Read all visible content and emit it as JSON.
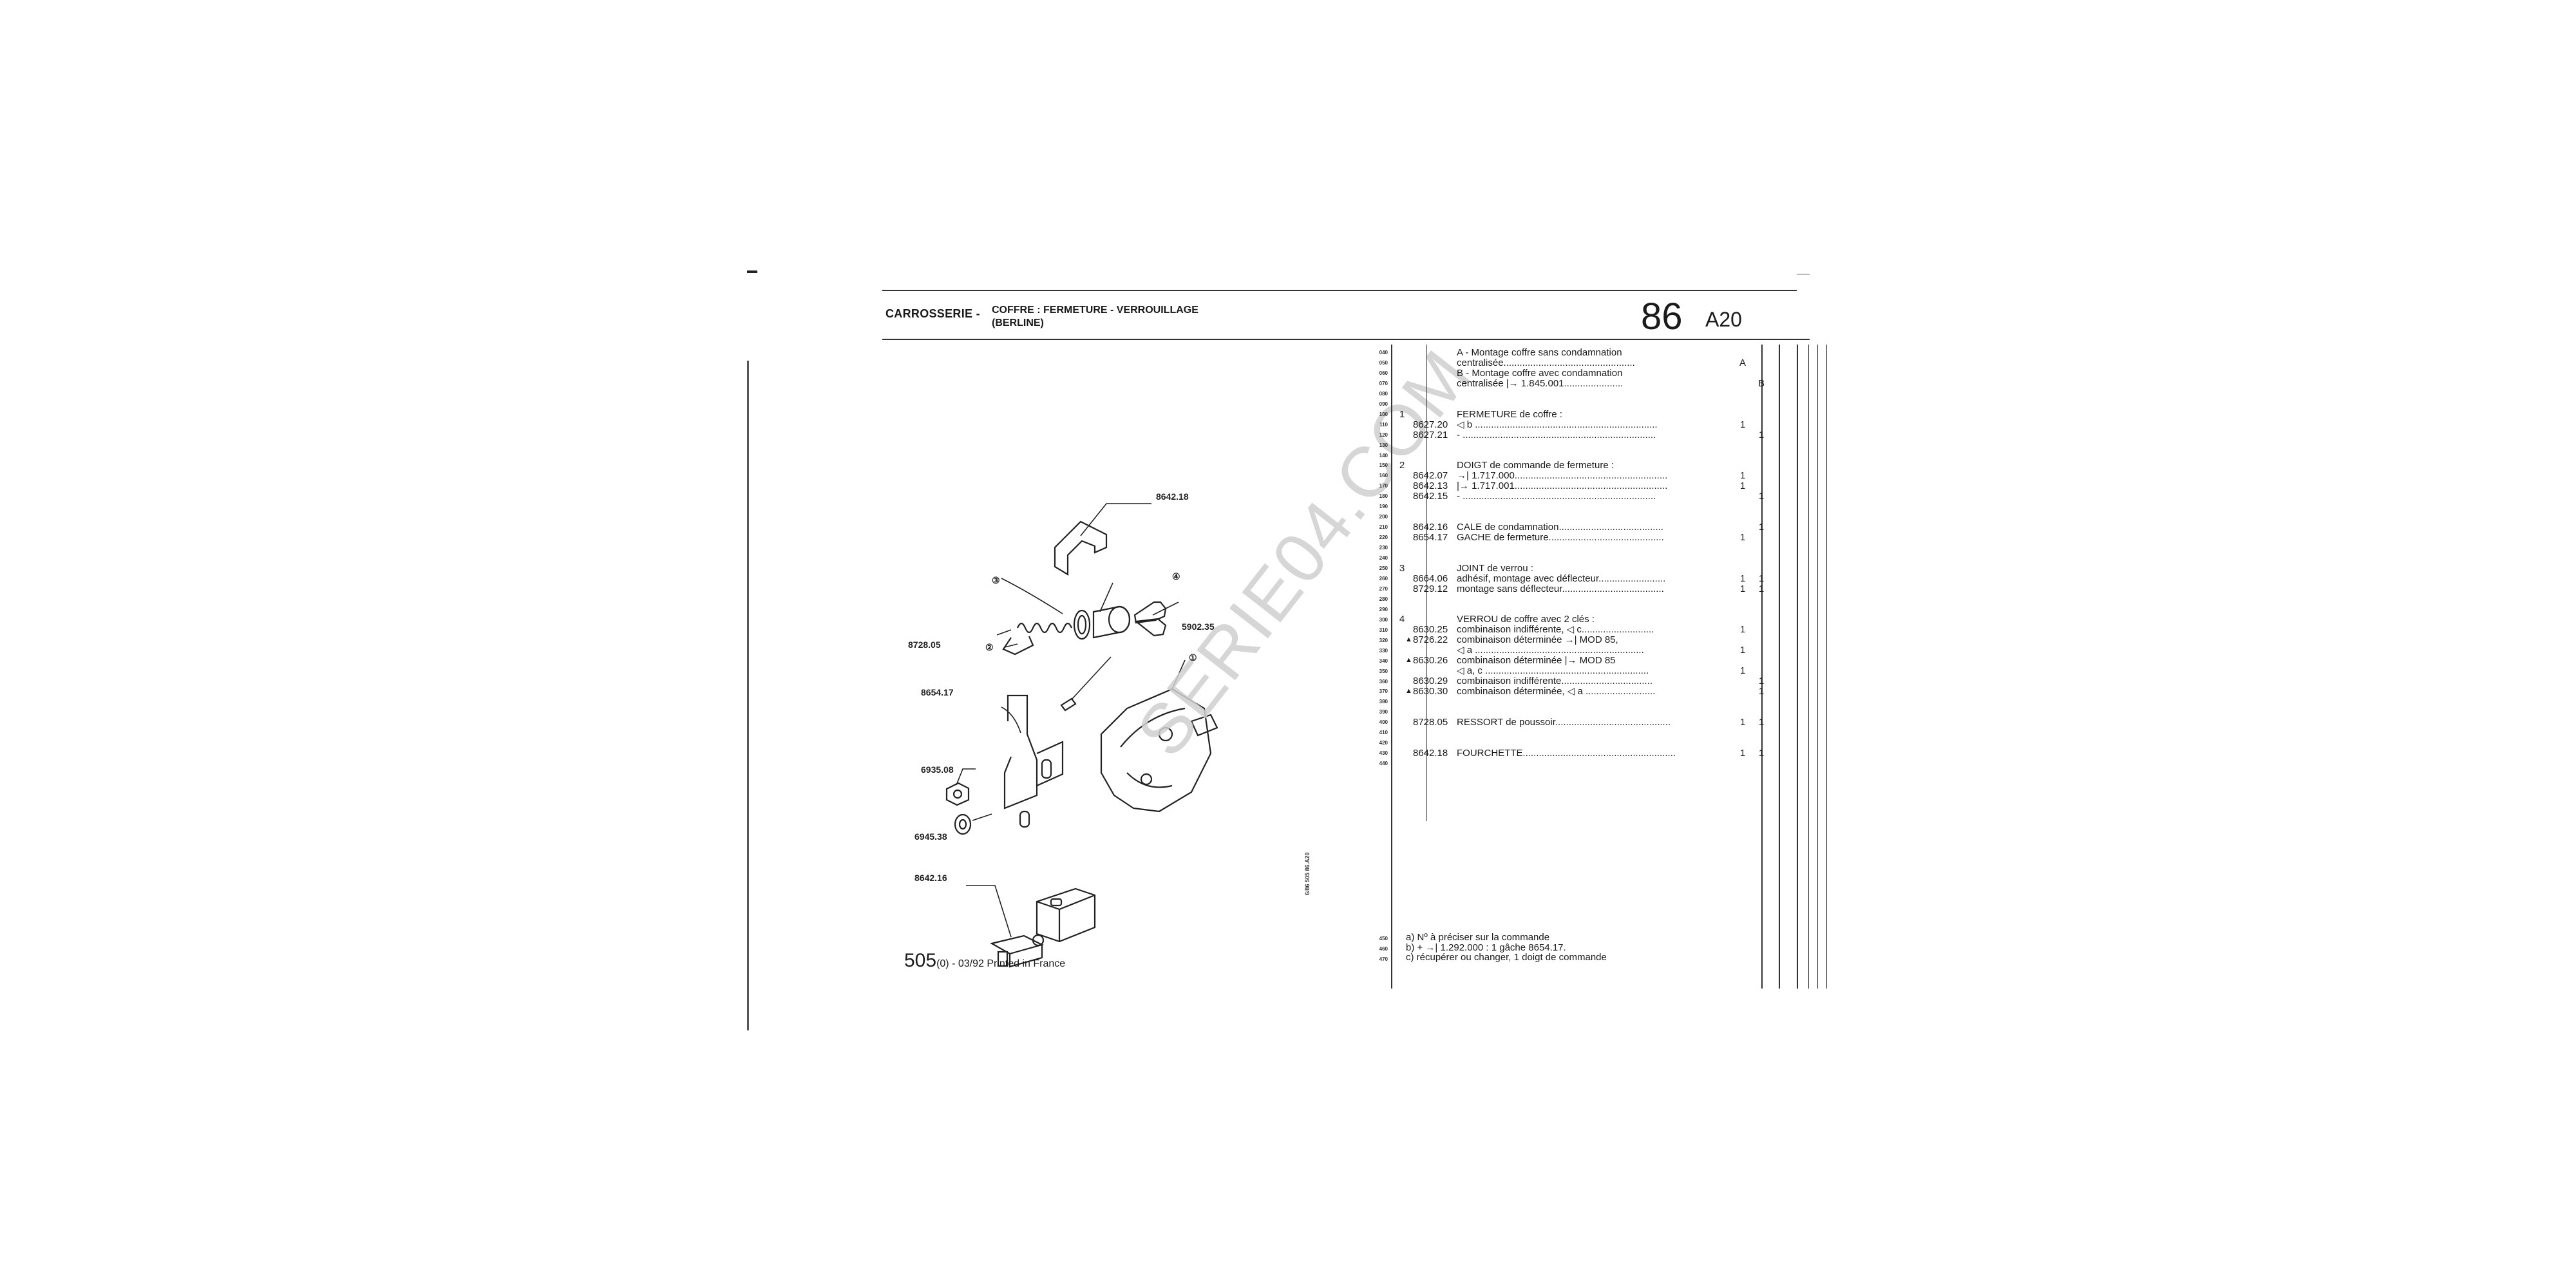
{
  "header": {
    "section": "CARROSSERIE -",
    "subtitle_line1": "COFFRE : FERMETURE - VERROUILLAGE",
    "subtitle_line2": "(BERLINE)",
    "page_number": "86",
    "page_code": "A20"
  },
  "index_numbers": [
    "040",
    "050",
    "060",
    "070",
    "080",
    "090",
    "100",
    "110",
    "120",
    "130",
    "140",
    "150",
    "160",
    "170",
    "180",
    "190",
    "200",
    "210",
    "220",
    "230",
    "240",
    "250",
    "260",
    "270",
    "280",
    "290",
    "300",
    "310",
    "320",
    "330",
    "340",
    "350",
    "360",
    "370",
    "380",
    "390",
    "400",
    "410",
    "420",
    "430",
    "440"
  ],
  "footnote_index": [
    "450",
    "460",
    "470"
  ],
  "column_heads": {
    "a": "A",
    "b": "B"
  },
  "rows": [
    {
      "no": "",
      "ref": "",
      "desc": "A - Montage coffre sans condamnation",
      "qa": "",
      "qb": ""
    },
    {
      "no": "",
      "ref": "",
      "desc": "    centralisée.................................................",
      "qa": "A",
      "qb": ""
    },
    {
      "no": "",
      "ref": "",
      "desc": "B - Montage coffre avec condamnation",
      "qa": "",
      "qb": ""
    },
    {
      "no": "",
      "ref": "",
      "desc": "    centralisée |→ 1.845.001......................",
      "qa": "",
      "qb": "B"
    },
    {
      "no": "",
      "ref": "",
      "desc": "",
      "qa": "",
      "qb": ""
    },
    {
      "no": "",
      "ref": "",
      "desc": "",
      "qa": "",
      "qb": ""
    },
    {
      "no": "1",
      "ref": "",
      "desc": "FERMETURE de coffre :",
      "qa": "",
      "qb": ""
    },
    {
      "no": "",
      "ref": "8627.20",
      "desc": "◁ b ....................................................................",
      "qa": "1",
      "qb": ""
    },
    {
      "no": "",
      "ref": "8627.21",
      "desc": "- ........................................................................",
      "qa": "",
      "qb": "1"
    },
    {
      "no": "",
      "ref": "",
      "desc": "",
      "qa": "",
      "qb": ""
    },
    {
      "no": "",
      "ref": "",
      "desc": "",
      "qa": "",
      "qb": ""
    },
    {
      "no": "2",
      "ref": "",
      "desc": "DOIGT de commande de fermeture :",
      "qa": "",
      "qb": ""
    },
    {
      "no": "",
      "ref": "8642.07",
      "desc": "→| 1.717.000.........................................................",
      "qa": "1",
      "qb": ""
    },
    {
      "no": "",
      "ref": "8642.13",
      "desc": "|→ 1.717.001.........................................................",
      "qa": "1",
      "qb": ""
    },
    {
      "no": "",
      "ref": "8642.15",
      "desc": "- ........................................................................",
      "qa": "",
      "qb": "1"
    },
    {
      "no": "",
      "ref": "",
      "desc": "",
      "qa": "",
      "qb": ""
    },
    {
      "no": "",
      "ref": "",
      "desc": "",
      "qa": "",
      "qb": ""
    },
    {
      "no": "",
      "ref": "8642.16",
      "desc": "CALE de condamnation.......................................",
      "qa": "",
      "qb": "1"
    },
    {
      "no": "",
      "ref": "8654.17",
      "desc": "GACHE de fermeture...........................................",
      "qa": "1",
      "qb": ""
    },
    {
      "no": "",
      "ref": "",
      "desc": "",
      "qa": "",
      "qb": ""
    },
    {
      "no": "",
      "ref": "",
      "desc": "",
      "qa": "",
      "qb": ""
    },
    {
      "no": "3",
      "ref": "",
      "desc": "JOINT de verrou :",
      "qa": "",
      "qb": ""
    },
    {
      "no": "",
      "ref": "8664.06",
      "desc": "adhésif, montage avec déflecteur.........................",
      "qa": "1",
      "qb": "1"
    },
    {
      "no": "",
      "ref": "8729.12",
      "desc": "montage sans déflecteur......................................",
      "qa": "1",
      "qb": "1"
    },
    {
      "no": "",
      "ref": "",
      "desc": "",
      "qa": "",
      "qb": ""
    },
    {
      "no": "",
      "ref": "",
      "desc": "",
      "qa": "",
      "qb": ""
    },
    {
      "no": "4",
      "ref": "",
      "desc": "VERROU de coffre avec 2 clés :",
      "qa": "",
      "qb": ""
    },
    {
      "no": "",
      "ref": "8630.25",
      "desc": "combinaison indifférente, ◁ c...........................",
      "qa": "1",
      "qb": ""
    },
    {
      "no": "",
      "ref": "▲8726.22",
      "desc": "combinaison déterminée →| MOD 85,",
      "qa": "",
      "qb": ""
    },
    {
      "no": "",
      "ref": "",
      "desc": "    ◁ a ...............................................................",
      "qa": "1",
      "qb": ""
    },
    {
      "no": "",
      "ref": "▲8630.26",
      "desc": "combinaison déterminée |→ MOD 85",
      "qa": "",
      "qb": ""
    },
    {
      "no": "",
      "ref": "",
      "desc": "    ◁ a, c .............................................................",
      "qa": "1",
      "qb": ""
    },
    {
      "no": "",
      "ref": "8630.29",
      "desc": "combinaison indifférente..................................",
      "qa": "",
      "qb": "1"
    },
    {
      "no": "",
      "ref": "▲8630.30",
      "desc": "combinaison déterminée, ◁ a ..........................",
      "qa": "",
      "qb": "1"
    },
    {
      "no": "",
      "ref": "",
      "desc": "",
      "qa": "",
      "qb": ""
    },
    {
      "no": "",
      "ref": "",
      "desc": "",
      "qa": "",
      "qb": ""
    },
    {
      "no": "",
      "ref": "8728.05",
      "desc": "RESSORT de poussoir...........................................",
      "qa": "1",
      "qb": "1"
    },
    {
      "no": "",
      "ref": "",
      "desc": "",
      "qa": "",
      "qb": ""
    },
    {
      "no": "",
      "ref": "",
      "desc": "",
      "qa": "",
      "qb": ""
    },
    {
      "no": "",
      "ref": "8642.18",
      "desc": "FOURCHETTE.........................................................",
      "qa": "1",
      "qb": "1"
    },
    {
      "no": "",
      "ref": "",
      "desc": "",
      "qa": "",
      "qb": ""
    }
  ],
  "footnotes": [
    "a)   Nº  à préciser sur la commande",
    "b)   +   →| 1.292.000 : 1 gâche 8654.17.",
    "c)  récupérer ou changer, 1 doigt de commande"
  ],
  "diagram": {
    "callouts": [
      "8642.18",
      "8728.05",
      "8654.17",
      "6935.08",
      "6945.38",
      "8642.16",
      "5902.35"
    ],
    "circled_numbers": [
      "①",
      "②",
      "③",
      "④"
    ]
  },
  "model_line": {
    "number": "505",
    "rest": "(0) - 03/92 Printed in France"
  },
  "vertical_note": "6/86   505   86.A20",
  "watermark": "SERIE04.COM"
}
